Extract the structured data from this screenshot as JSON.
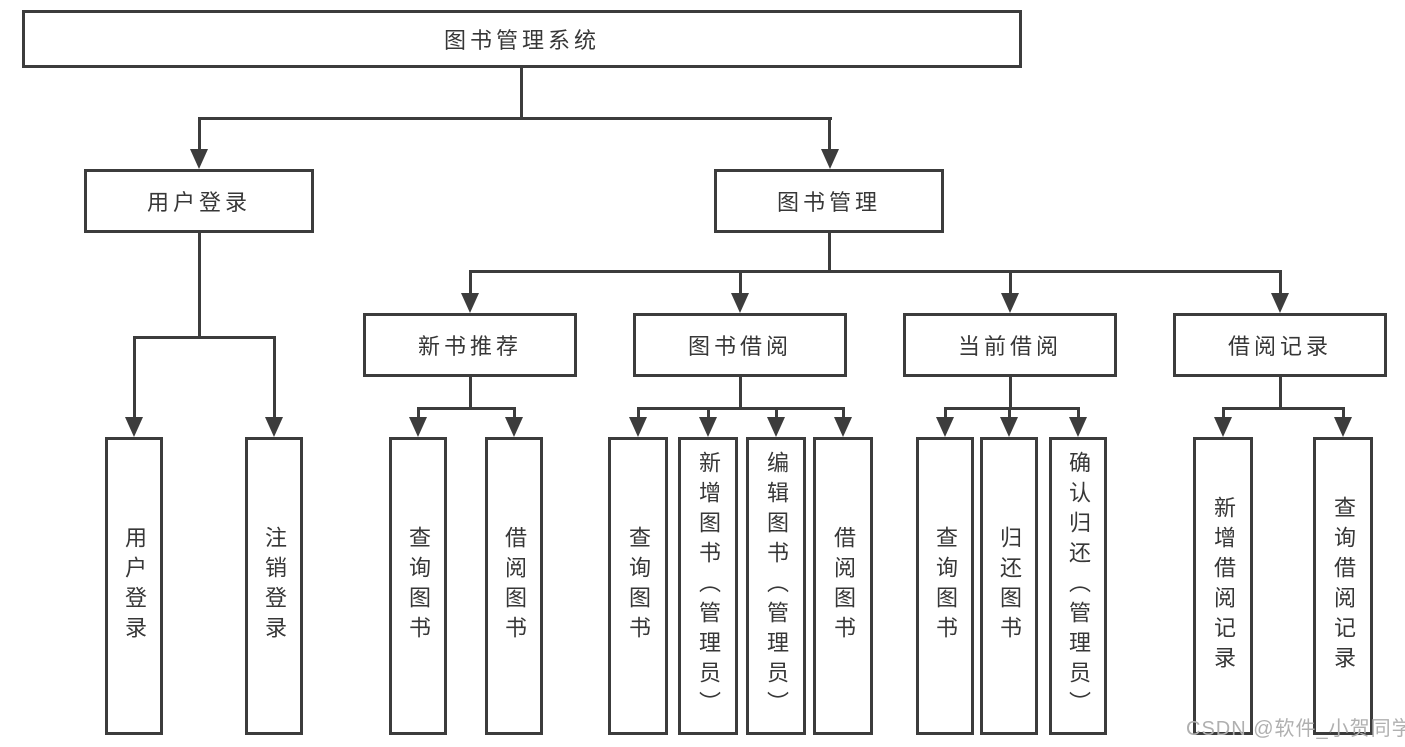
{
  "tree": {
    "root": "图书管理系统",
    "children": [
      {
        "label": "用户登录",
        "children": [
          {
            "label": "用户登录"
          },
          {
            "label": "注销登录"
          }
        ]
      },
      {
        "label": "图书管理",
        "children": [
          {
            "label": "新书推荐",
            "children": [
              {
                "label": "查询图书"
              },
              {
                "label": "借阅图书"
              }
            ]
          },
          {
            "label": "图书借阅",
            "children": [
              {
                "label": "查询图书"
              },
              {
                "label": "新增图书（管理员）"
              },
              {
                "label": "编辑图书（管理员）"
              },
              {
                "label": "借阅图书"
              }
            ]
          },
          {
            "label": "当前借阅",
            "children": [
              {
                "label": "查询图书"
              },
              {
                "label": "归还图书"
              },
              {
                "label": "确认归还（管理员）"
              }
            ]
          },
          {
            "label": "借阅记录",
            "children": [
              {
                "label": "新增借阅记录"
              },
              {
                "label": "查询借阅记录"
              }
            ]
          }
        ]
      }
    ]
  },
  "watermark": {
    "text": "CSDN @软件_小贺同学"
  },
  "colors": {
    "line": "#3c3c3c",
    "text": "#373737",
    "watermark": "#b0b0b0",
    "background": "#ffffff"
  }
}
